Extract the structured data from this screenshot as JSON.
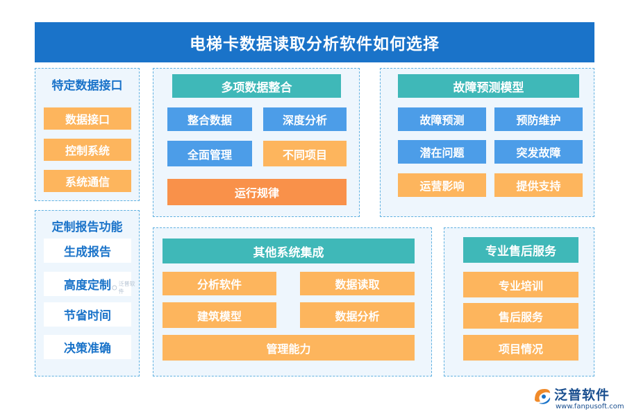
{
  "title": "电梯卡数据读取分析软件如何选择",
  "panels": {
    "interface": {
      "title": "特定数据接口",
      "items": [
        "数据接口",
        "控制系统",
        "系统通信"
      ]
    },
    "report": {
      "title": "定制报告功能",
      "items": [
        "生成报告",
        "高度定制",
        "节省时间",
        "决策准确"
      ]
    },
    "integration": {
      "title": "多项数据整合",
      "items": [
        "整合数据",
        "深度分析",
        "全面管理",
        "不同项目",
        "运行规律"
      ]
    },
    "fault": {
      "title": "故障预测模型",
      "items": [
        "故障预测",
        "预防维护",
        "潜在问题",
        "突发故障",
        "运营影响",
        "提供支持"
      ]
    },
    "other": {
      "title": "其他系统集成",
      "items": [
        "分析软件",
        "数据读取",
        "建筑模型",
        "数据分析",
        "管理能力"
      ]
    },
    "service": {
      "title": "专业售后服务",
      "items": [
        "专业培训",
        "售后服务",
        "项目情况"
      ]
    }
  },
  "logo": {
    "name": "泛普软件",
    "url": "www.fanpusoft.com",
    "icon": "fanpu-logo-icon"
  },
  "watermark": "泛普软件",
  "colors": {
    "title": "#1a73c9",
    "teal": "#3fb8b8",
    "blue": "#4c9de8",
    "orange": "#fdb55d",
    "dark_orange": "#f9914a",
    "panel_bg": "#eef6fd"
  }
}
